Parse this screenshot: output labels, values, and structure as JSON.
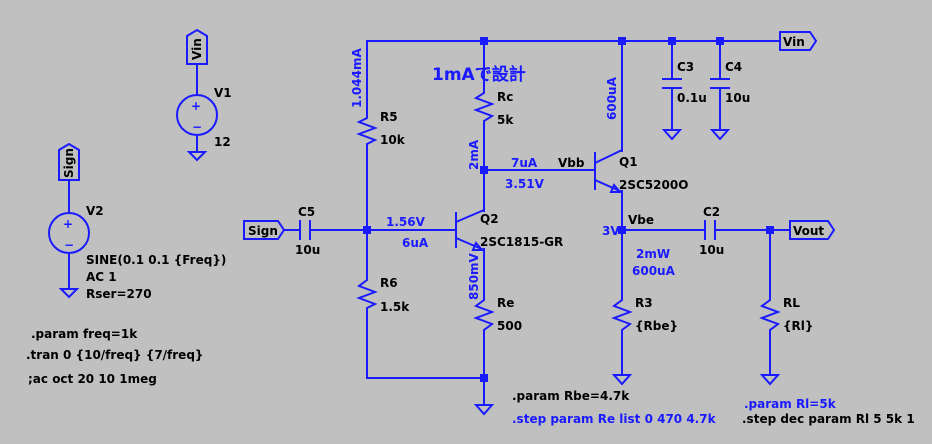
{
  "nets": {
    "vin": "Vin",
    "vout": "Vout",
    "sign": "Sign"
  },
  "sources": {
    "v1": {
      "name": "V1",
      "value": "12",
      "flag": "Vin"
    },
    "v2": {
      "name": "V2",
      "flag": "Sign",
      "spec": [
        "SINE(0.1 0.1 {Freq})",
        "AC 1",
        "Rser=270"
      ]
    }
  },
  "directives": [
    ".param freq=1k",
    ".tran 0 {10/freq} {7/freq}",
    ";ac oct 20 10 1meg"
  ],
  "components": {
    "r5": {
      "name": "R5",
      "value": "10k"
    },
    "r6": {
      "name": "R6",
      "value": "1.5k"
    },
    "rc": {
      "name": "Rc",
      "value": "5k"
    },
    "re": {
      "name": "Re",
      "value": "500"
    },
    "r3": {
      "name": "R3",
      "value": "{Rbe}"
    },
    "rl": {
      "name": "RL",
      "value": "{Rl}"
    },
    "c5": {
      "name": "C5",
      "value": "10u"
    },
    "c2": {
      "name": "C2",
      "value": "10u"
    },
    "c3": {
      "name": "C3",
      "value": "0.1u"
    },
    "c4": {
      "name": "C4",
      "value": "10u"
    },
    "q1": {
      "name": "Q1",
      "model": "2SC5200O"
    },
    "q2": {
      "name": "Q2",
      "model": "2SC1815-GR"
    }
  },
  "node_labels": {
    "vbb": "Vbb",
    "vbe": "Vbe"
  },
  "annotations": {
    "r5_current": "1.044mA",
    "design": "1mAで設計",
    "rc_current": "2mA",
    "q1_collector": "600uA",
    "base_current": "7uA",
    "q2_collector_v": "3.51V",
    "q2_base_v": "1.56V",
    "q2_base_i": "6uA",
    "q2_emitter_v": "850mV",
    "q1_emitter_v": "3V",
    "power": "2mW",
    "r3_current": "600uA"
  },
  "params": {
    "rbe": ".param Rbe=4.7k",
    "step_re": ".step param Re list 0 470 4.7k",
    "rl": ".param Rl=5k",
    "step_rl": ".step dec param Rl 5 5k 1"
  }
}
